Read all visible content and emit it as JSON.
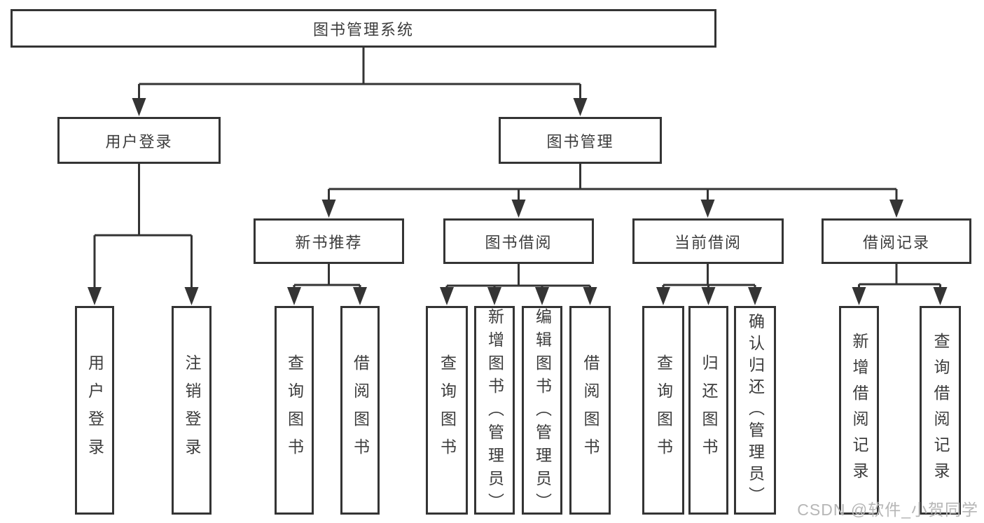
{
  "diagram": {
    "type": "hierarchy-tree",
    "root": {
      "label": "图书管理系统"
    },
    "level2": [
      {
        "label": "用户登录",
        "children": [
          {
            "label": "用户登录"
          },
          {
            "label": "注销登录"
          }
        ]
      },
      {
        "label": "图书管理",
        "children": [
          {
            "label": "新书推荐",
            "children": [
              {
                "label": "查询图书"
              },
              {
                "label": "借阅图书"
              }
            ]
          },
          {
            "label": "图书借阅",
            "children": [
              {
                "label": "查询图书"
              },
              {
                "label": "新增图书（管理员）"
              },
              {
                "label": "编辑图书（管理员）"
              },
              {
                "label": "借阅图书"
              }
            ]
          },
          {
            "label": "当前借阅",
            "children": [
              {
                "label": "查询图书"
              },
              {
                "label": "归还图书"
              },
              {
                "label": "确认归还（管理员）"
              }
            ]
          },
          {
            "label": "借阅记录",
            "children": [
              {
                "label": "新增借阅记录"
              },
              {
                "label": "查询借阅记录"
              }
            ]
          }
        ]
      }
    ]
  },
  "colors": {
    "line": "#343434",
    "box_border": "#343434",
    "text": "#3c3c3c",
    "background": "#ffffff",
    "watermark": "#b6b6b6"
  },
  "watermark": "CSDN @软件_小贺同学"
}
